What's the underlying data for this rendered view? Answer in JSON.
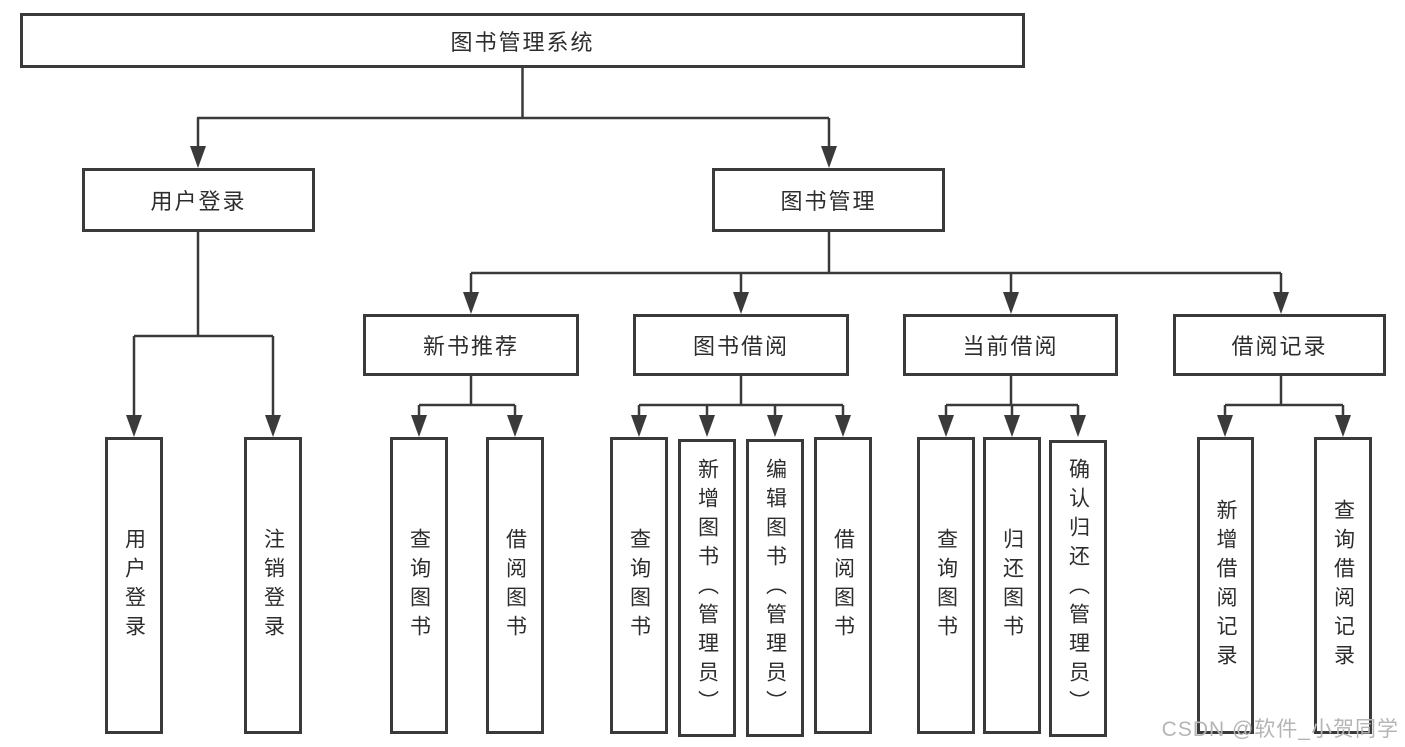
{
  "diagram": {
    "title": "图书管理系统",
    "level2": [
      {
        "label": "用户登录"
      },
      {
        "label": "图书管理"
      }
    ],
    "level3": [
      {
        "label": "新书推荐"
      },
      {
        "label": "图书借阅"
      },
      {
        "label": "当前借阅"
      },
      {
        "label": "借阅记录"
      }
    ],
    "leaves": [
      {
        "label": "用户登录"
      },
      {
        "label": "注销登录"
      },
      {
        "label": "查询图书"
      },
      {
        "label": "借阅图书"
      },
      {
        "label": "查询图书"
      },
      {
        "label": "新增图书（管理员）"
      },
      {
        "label": "编辑图书（管理员）"
      },
      {
        "label": "借阅图书"
      },
      {
        "label": "查询图书"
      },
      {
        "label": "归还图书"
      },
      {
        "label": "确认归还（管理员）"
      },
      {
        "label": "新增借阅记录"
      },
      {
        "label": "查询借阅记录"
      }
    ]
  },
  "watermark": "CSDN @软件_小贺同学",
  "colors": {
    "line": "#3a3a3a",
    "text": "#2d2d2d",
    "watermark": "#b5b5b5"
  }
}
